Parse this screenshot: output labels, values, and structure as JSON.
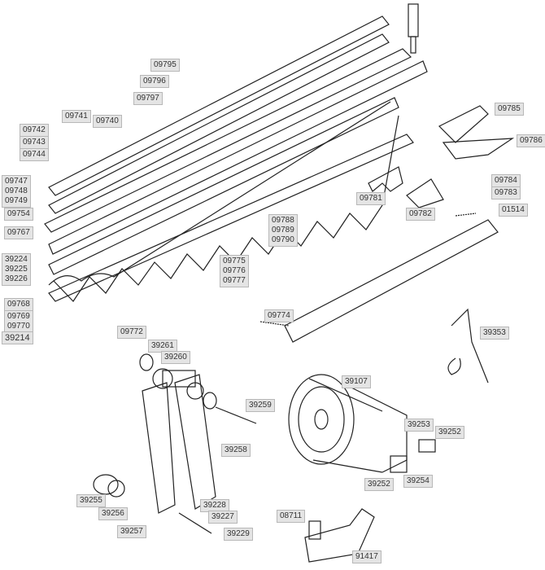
{
  "parts": {
    "p09795": "09795",
    "p09796": "09796",
    "p09797": "09797",
    "p09741": "09741",
    "p09740": "09740",
    "p09742": "09742",
    "p09743": "09743",
    "p09744": "09744",
    "p09747": "09747\n09748\n09749",
    "p09754": "09754",
    "p09767": "09767",
    "p09788": "09788\n09789\n09790",
    "p39224": "39224\n39225\n39226",
    "p09775": "09775\n09776\n09777",
    "p09768": "09768",
    "p09769": "09769\n09770",
    "p09772": "09772",
    "p39214": "39214",
    "p09785": "09785",
    "p09786": "09786",
    "p09784": "09784",
    "p09783": "09783",
    "p01514": "01514",
    "p09781": "09781",
    "p09782": "09782",
    "p09774": "09774",
    "p39353": "39353",
    "p39261": "39261",
    "p39260": "39260",
    "p39259": "39259",
    "p39107": "39107",
    "p39253": "39253",
    "p39252a": "39252",
    "p39258": "39258",
    "p39252b": "39252",
    "p39254": "39254",
    "p39255": "39255",
    "p39256": "39256",
    "p39228": "39228",
    "p39227": "39227",
    "p39257": "39257",
    "p39229": "39229",
    "p08711": "08711",
    "p91417": "91417"
  }
}
